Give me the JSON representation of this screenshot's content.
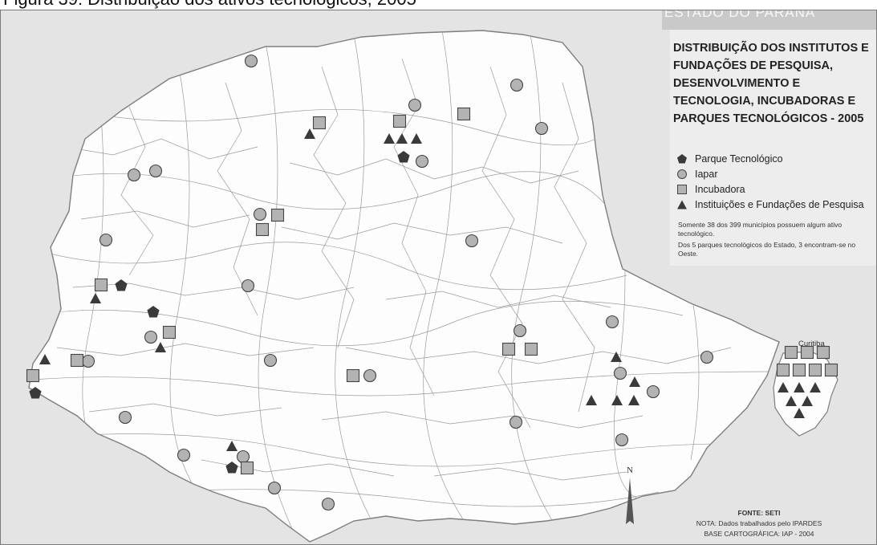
{
  "figure": {
    "caption": "Figura 39: Distribuição dos ativos tecnológicos, 2005"
  },
  "map": {
    "state_name": "ESTADO DO PARANÁ",
    "title": "DISTRIBUIÇÃO DOS INSTITUTOS E FUNDAÇÕES DE PESQUISA, DESENVOLVIMENTO E TECNOLOGIA, INCUBADORAS E PARQUES TECNOLÓGICOS - 2005",
    "inset_label": "Curitiba",
    "north_label": "N"
  },
  "legend": {
    "items": [
      {
        "label": "Parque Tecnológico",
        "symbol": "pentagon"
      },
      {
        "label": "Iapar",
        "symbol": "circle"
      },
      {
        "label": "Incubadora",
        "symbol": "square"
      },
      {
        "label": "Instituições e Fundações de Pesquisa",
        "symbol": "triangle"
      }
    ],
    "notes": [
      "Somente 38 dos 399 municípios possuem algum ativo tecnológico.",
      "Dos 5 parques tecnológicos do Estado, 3 encontram-se no Oeste."
    ]
  },
  "credits": {
    "source": "FONTE: SETI",
    "note": "NOTA: Dados trabalhados pelo IPARDES",
    "base": "BASE CARTOGRÁFICA: IAP - 2004"
  },
  "colors": {
    "frame_background": "#e4e4e4",
    "map_fill": "#fdfdfd",
    "boundary": "#8c8c8c",
    "symbol_fill": "#b3b3b3",
    "marker_dark": "#3a3a3a"
  }
}
